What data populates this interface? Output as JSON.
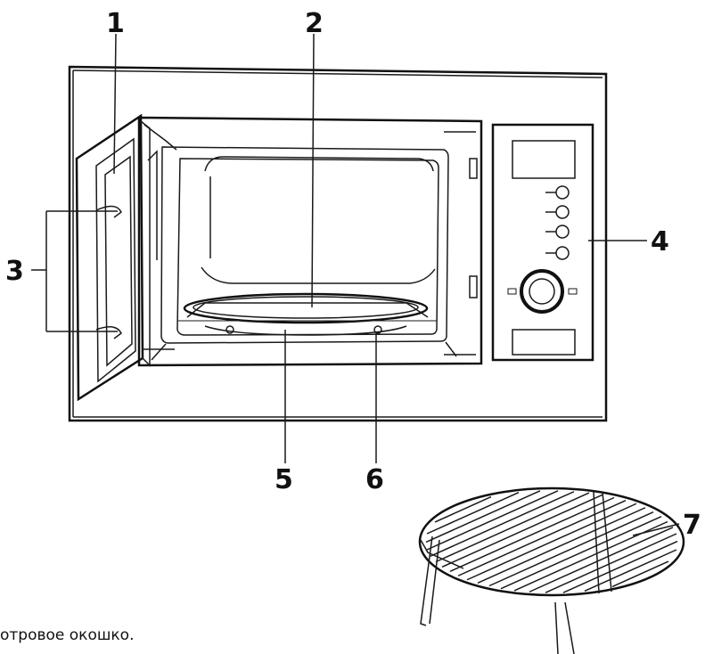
{
  "callouts": {
    "c1": "1",
    "c2": "2",
    "c3": "3",
    "c4": "4",
    "c5": "5",
    "c6": "6",
    "c7": "7"
  },
  "caption": "отровое окошко.",
  "colors": {
    "line": "#1a1a1a",
    "background": "#ffffff"
  }
}
